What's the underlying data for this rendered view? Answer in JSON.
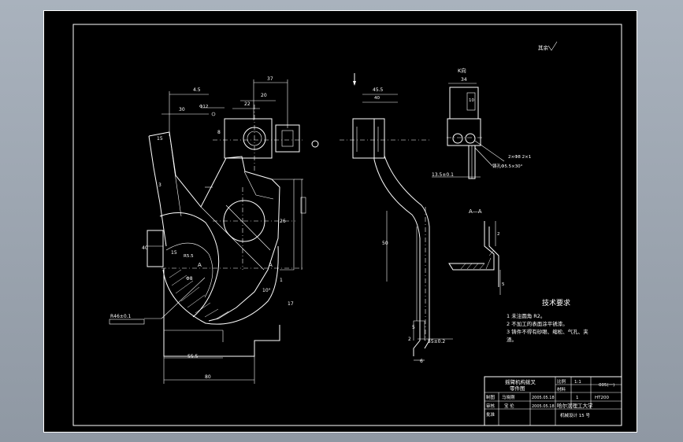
{
  "view_labels": {
    "k_view": "K向",
    "section": "A—A",
    "roughness_note": "其余"
  },
  "tech_requirements": {
    "title": "技术要求",
    "items": [
      "1  未注圆角 R2。",
      "2  不加工的表面涂平锈漆。",
      "3  铸件不得有砂眼、缩松、气孔、夹",
      "渣。"
    ]
  },
  "title_block": {
    "part_name_line1": "摇臂机构拨叉",
    "part_name_line2": "零件图",
    "scale_label": "比例",
    "scale_value": "1:1",
    "material_label": "材料",
    "drawing_no": "005(一)",
    "designer_label": "制图",
    "designer": "马晓刚",
    "designer_date": "2005.05.18",
    "checker_label": "审核",
    "checker": "宝 伦",
    "checker_date": "2005.05.18",
    "material_value": "HT200",
    "quantity": "1",
    "school": "哈尔滨理工大学",
    "class_info": "机械设计 15 号",
    "approve_label": "批准"
  },
  "dimensions": {
    "d1": "37",
    "d2": "22",
    "d3": "20",
    "d4": "30",
    "d5": "15",
    "d6": "55.5",
    "d7": "80",
    "d8": "R46±0.1",
    "d9": "40",
    "d10": "45.5",
    "d11": "34",
    "d12": "10",
    "d13": "13.5±0.1",
    "d14": "2×Φ8 2×1",
    "d15": "铸孔Φ5.5×30°",
    "d16": "5",
    "d17": "50",
    "d18": "A",
    "d19": "3",
    "d20": "2",
    "d21": "6",
    "d22": "55±0.2",
    "d23": "8",
    "d24": "26",
    "d25": "Φ8",
    "d26": "17",
    "d27": "1",
    "d28": "Φ12",
    "d29": "R5.5",
    "d30": "10°",
    "d31": "4.5"
  }
}
